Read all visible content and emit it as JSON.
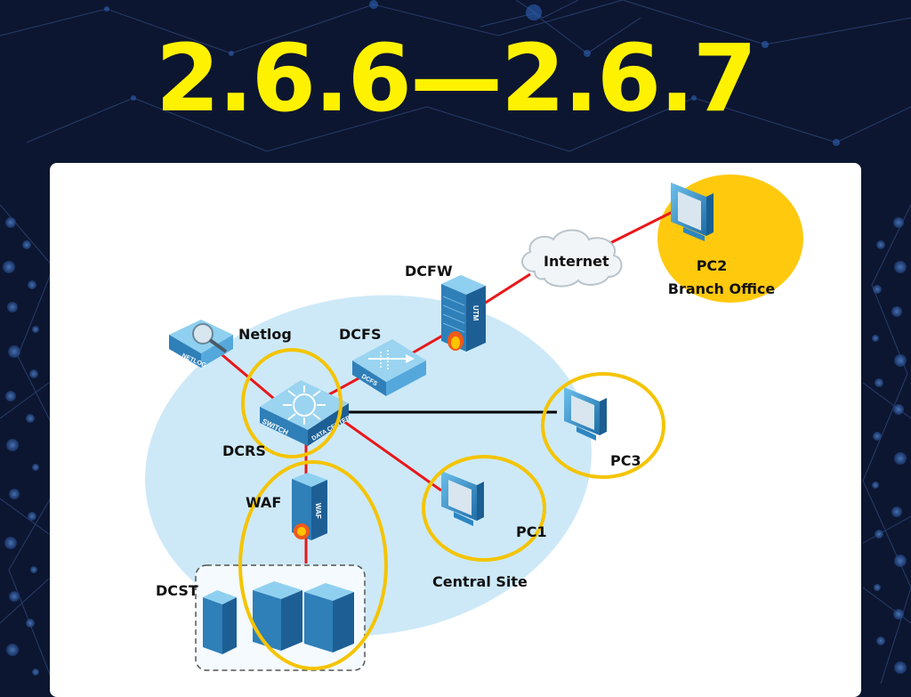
{
  "title": "2.6.6—2.6.7",
  "colors": {
    "title": "#fff200",
    "background": "#0d1630",
    "site_zone": "#cde9f8",
    "link_red": "#e8181a",
    "link_black": "#000000",
    "highlight": "#f5c400",
    "branch_fill": "#ffc90e"
  },
  "nodes": {
    "netlog": {
      "label": "Netlog",
      "device_text": "NETLOG",
      "icon": "netlog-appliance-icon"
    },
    "dcfs": {
      "label": "DCFS",
      "device_text": "DCFS",
      "icon": "firewall-switch-icon"
    },
    "dcfw": {
      "label": "DCFW",
      "device_text": "UTM",
      "icon": "utm-firewall-icon"
    },
    "internet": {
      "label": "Internet",
      "icon": "cloud-icon"
    },
    "pc2": {
      "label": "PC2",
      "sublabel": "Branch Office",
      "icon": "pc-icon"
    },
    "dcrs": {
      "label": "DCRS",
      "device_text_1": "SWITCH",
      "device_text_2": "DATA CENTER",
      "icon": "data-center-switch-icon"
    },
    "pc3": {
      "label": "PC3",
      "icon": "pc-icon"
    },
    "waf": {
      "label": "WAF",
      "device_text": "WAF",
      "icon": "waf-firewall-icon"
    },
    "pc1": {
      "label": "PC1",
      "icon": "pc-icon"
    },
    "central_site": {
      "label": "Central Site"
    },
    "dcst": {
      "label": "DCST",
      "icon": "server-stack-icon"
    }
  }
}
